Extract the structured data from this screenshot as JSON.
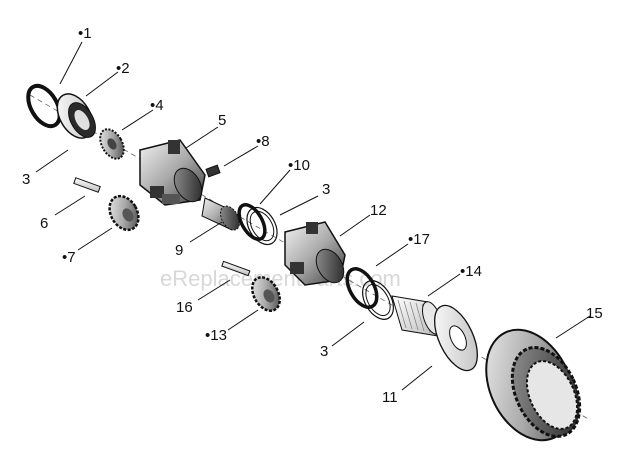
{
  "watermark": "eReplacementParts.com",
  "labels": {
    "l1": "•1",
    "l2": "•2",
    "l3a": "3",
    "l4": "•4",
    "l5": "5",
    "l6": "6",
    "l7": "•7",
    "l8": "•8",
    "l9": "9",
    "l10": "•10",
    "l3b": "3",
    "l12": "12",
    "l17": "•17",
    "l14": "•14",
    "l16": "16",
    "l13": "•13",
    "l3c": "3",
    "l15": "15",
    "l11": "11"
  }
}
